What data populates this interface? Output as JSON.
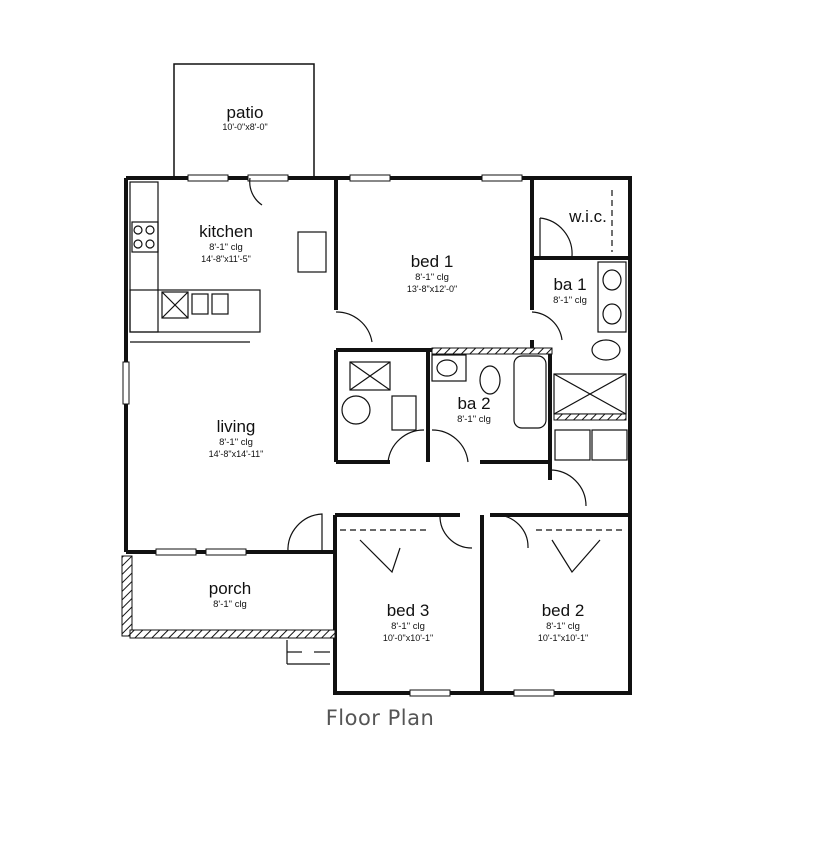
{
  "caption": "Floor Plan",
  "rooms": {
    "patio": {
      "name": "patio",
      "dims": "10'-0\"x8'-0\""
    },
    "kitchen": {
      "name": "kitchen",
      "ceiling": "8'-1\" clg",
      "dims": "14'-8\"x11'-5\""
    },
    "bed1": {
      "name": "bed 1",
      "ceiling": "8'-1\" clg",
      "dims": "13'-8\"x12'-0\""
    },
    "wic": {
      "name": "w.i.c."
    },
    "ba1": {
      "name": "ba 1",
      "ceiling": "8'-1\" clg"
    },
    "living": {
      "name": "living",
      "ceiling": "8'-1\" clg",
      "dims": "14'-8\"x14'-11\""
    },
    "ba2": {
      "name": "ba 2",
      "ceiling": "8'-1\" clg"
    },
    "porch": {
      "name": "porch",
      "ceiling": "8'-1\" clg"
    },
    "bed3": {
      "name": "bed 3",
      "ceiling": "8'-1\" clg",
      "dims": "10'-0\"x10'-1\""
    },
    "bed2": {
      "name": "bed 2",
      "ceiling": "8'-1\" clg",
      "dims": "10'-1\"x10'-1\""
    }
  },
  "colors": {
    "wall": "#111111",
    "line": "#222222",
    "caption": "#555555",
    "background": "#ffffff"
  }
}
